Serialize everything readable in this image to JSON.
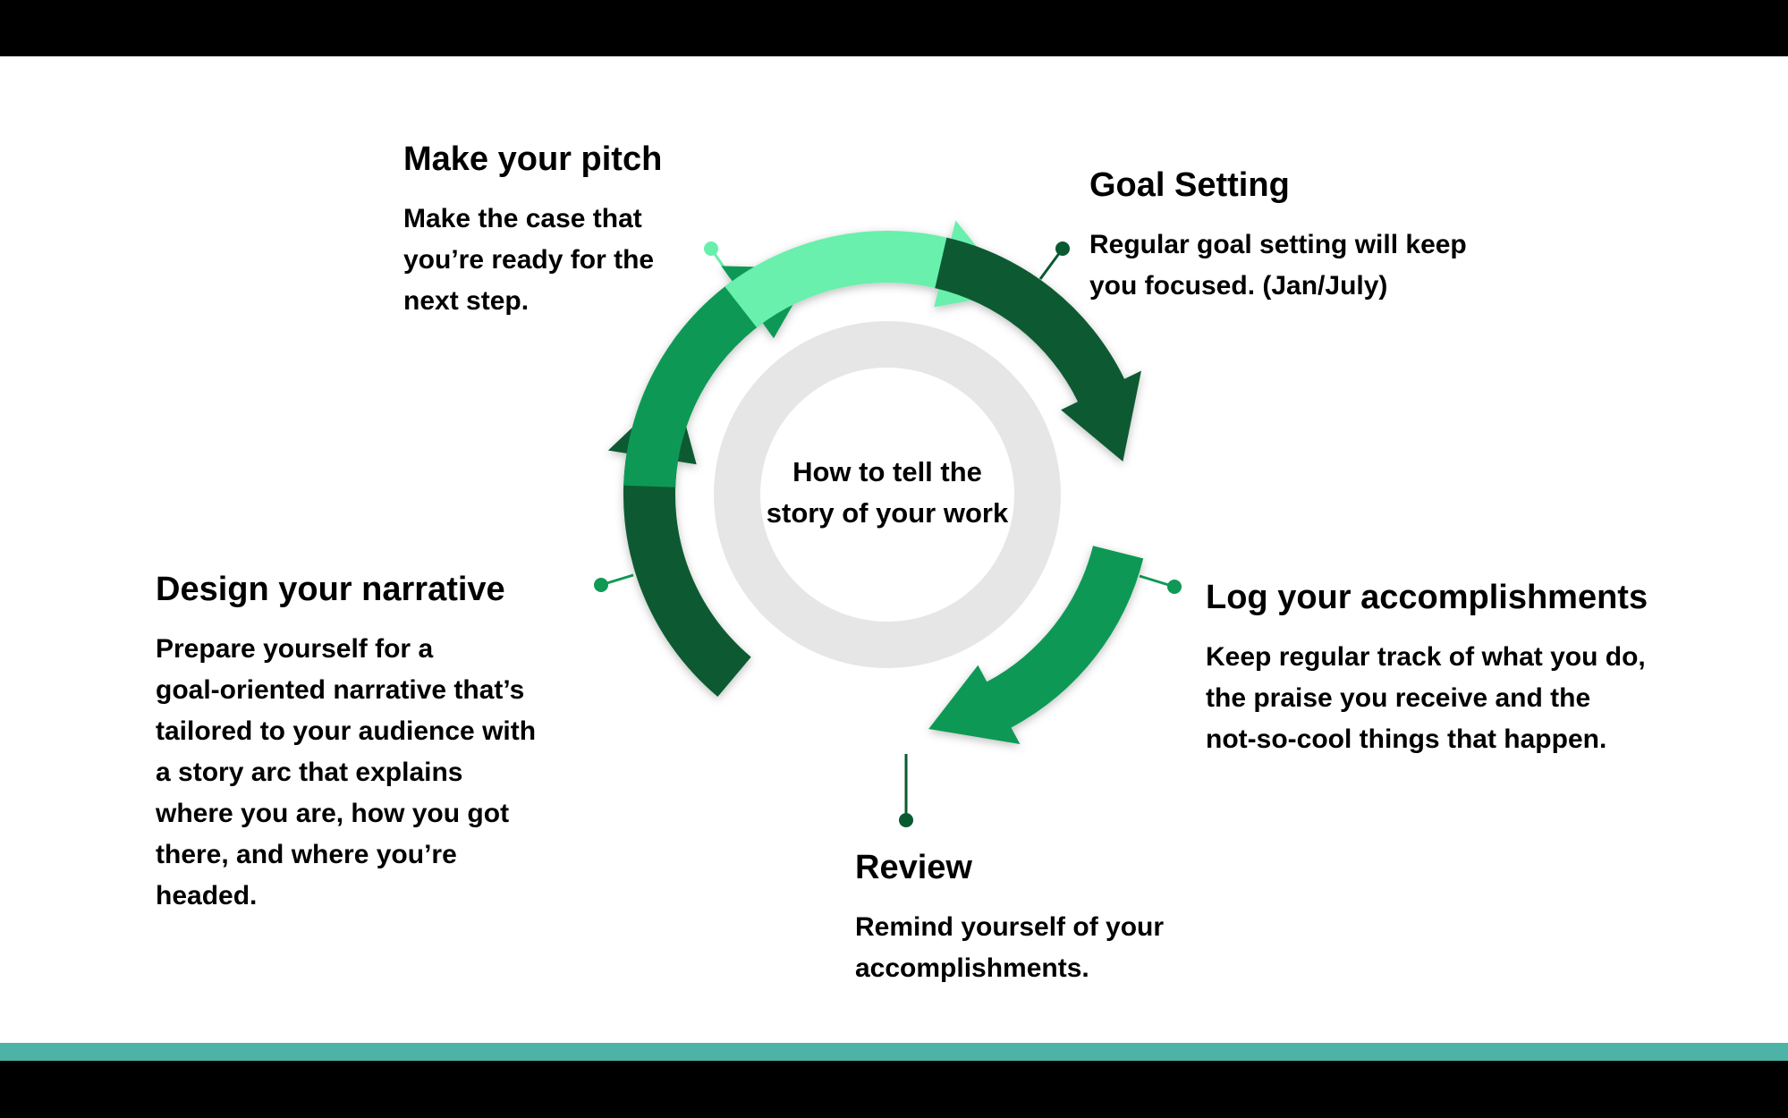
{
  "center": {
    "line1": "How to tell the",
    "line2": "story of your work"
  },
  "steps": [
    {
      "id": "goal",
      "title": "Goal Setting",
      "lines": [
        "Regular goal setting will keep",
        "you focused. (Jan/July)"
      ]
    },
    {
      "id": "log",
      "title": "Log your accomplishments",
      "lines": [
        "Keep regular track of what you do,",
        "the praise you receive and the",
        "not-so-cool things that happen."
      ]
    },
    {
      "id": "review",
      "title": "Review",
      "lines": [
        "Remind yourself of your",
        "accomplishments."
      ]
    },
    {
      "id": "design",
      "title": "Design your narrative",
      "lines": [
        "Prepare yourself for a",
        "goal-oriented narrative that’s",
        "tailored to your audience with",
        "a story arc that explains",
        "where you are, how you got",
        "there, and where you’re",
        "headed."
      ]
    },
    {
      "id": "pitch",
      "title": "Make your pitch",
      "lines": [
        "Make the case that",
        "you’re ready for the",
        "next step."
      ]
    }
  ],
  "colors": {
    "light_green": "#67f0ac",
    "dark_green": "#0a5a31",
    "mid_green": "#109955",
    "ring_gray": "#e6e6e6",
    "accent_bar": "#4db3a6"
  }
}
